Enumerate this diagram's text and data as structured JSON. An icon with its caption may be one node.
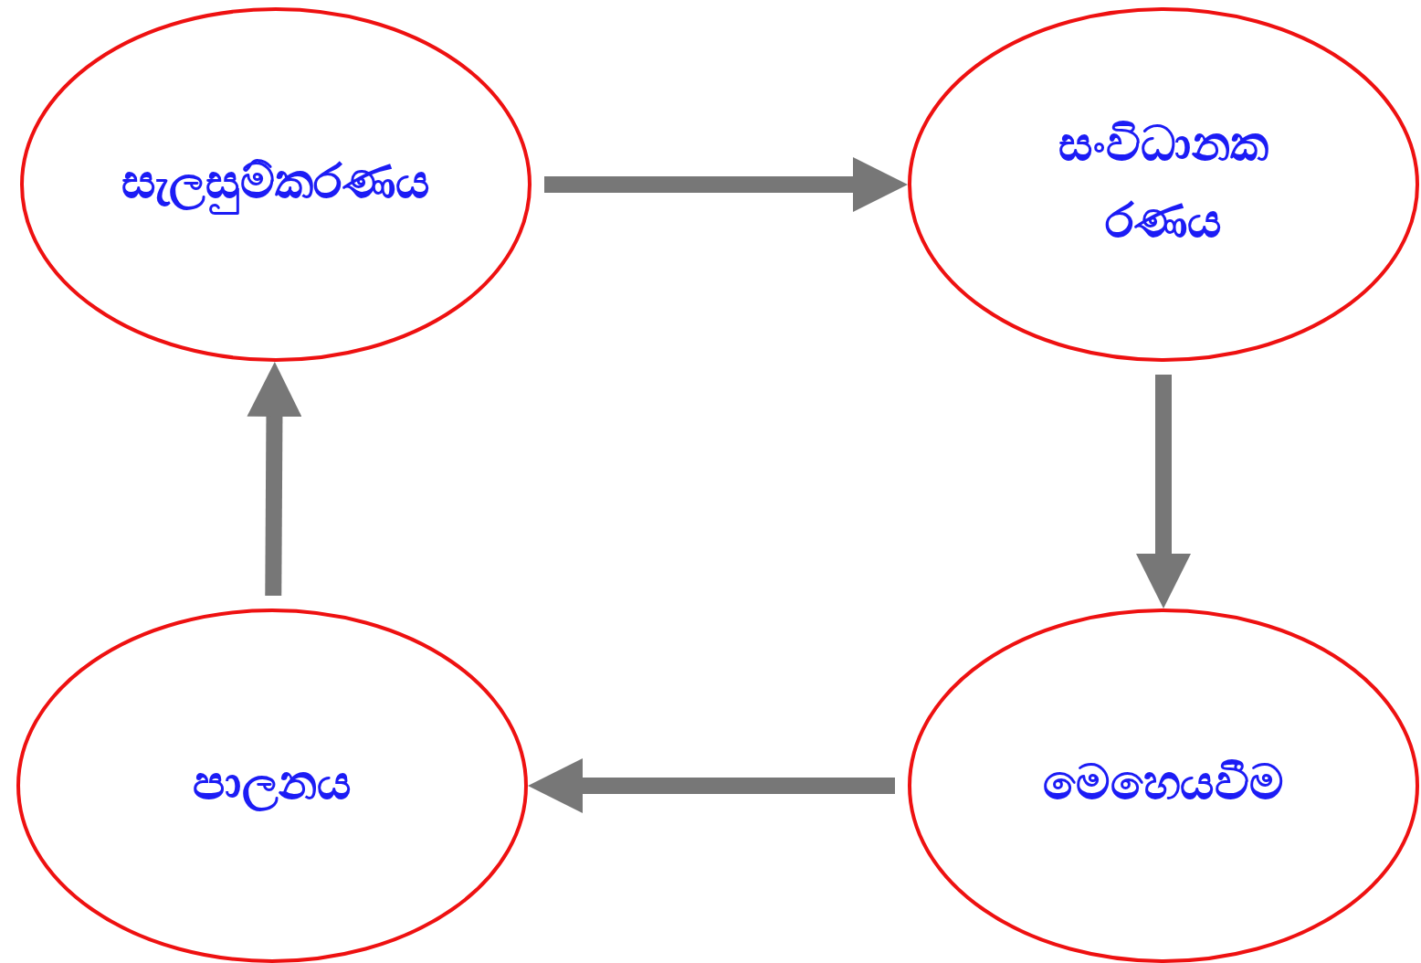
{
  "diagram": {
    "nodes": [
      {
        "text": [
          "සැලසුම්කරණය"
        ]
      },
      {
        "text": [
          "සංවිධානකරණය"
        ]
      },
      {
        "text": [
          "මෙහෙයවීම"
        ]
      },
      {
        "text": [
          "පාලනය"
        ]
      }
    ],
    "edges": [
      {
        "from": 0,
        "to": 1,
        "arrow": "to"
      },
      {
        "from": 1,
        "to": 2,
        "arrow": "to"
      },
      {
        "from": 2,
        "to": 3,
        "arrow": "to"
      },
      {
        "from": 3,
        "to": 0,
        "arrow": "to"
      }
    ]
  }
}
